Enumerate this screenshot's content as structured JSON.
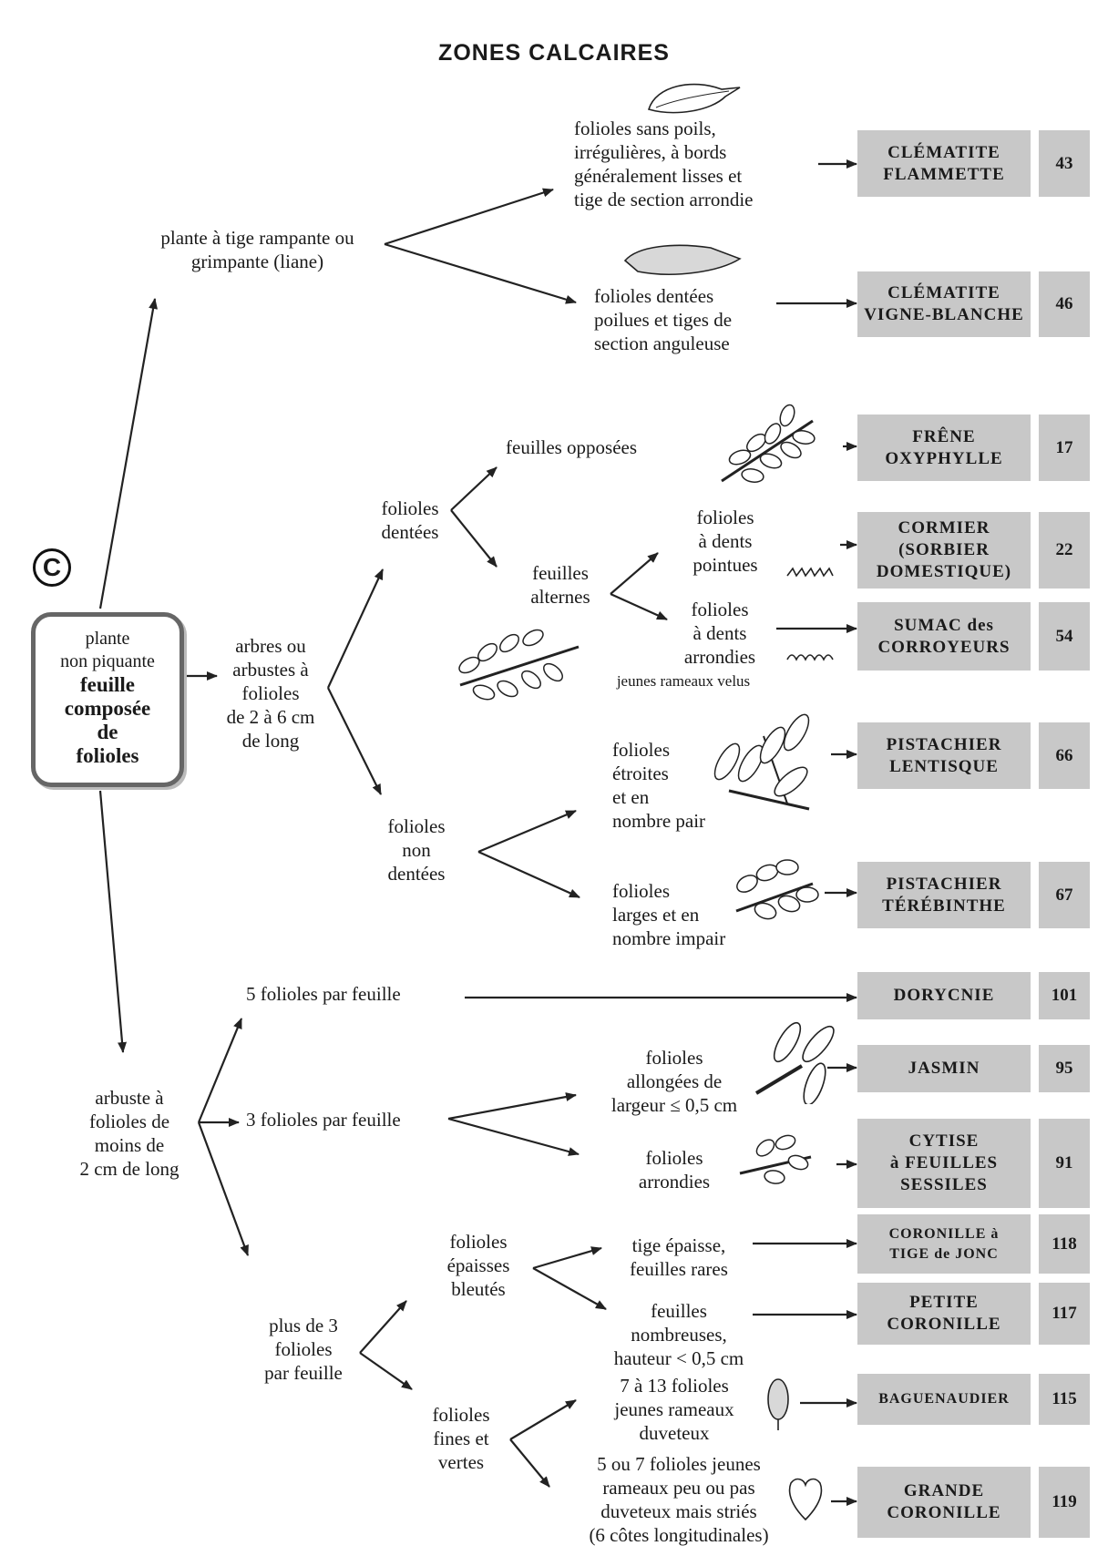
{
  "title": "ZONES   CALCAIRES",
  "key_letter": "C",
  "root": {
    "line1": "plante",
    "line2": "non piquante",
    "bold": "feuille\ncomposée\nde\nfolioles"
  },
  "branches": {
    "climbing": "plante à tige rampante ou\ngrimpante (liane)",
    "trees": "arbres ou\narbustes à\nfolioles\nde 2 à 6 cm\nde long",
    "shrub": "arbuste à\nfolioles de\nmoins de\n2 cm de long"
  },
  "criteria": {
    "c_hairless": "folioles sans poils,\nirrégulières, à bords\ngénéralement lisses et\ntige de section arrondie",
    "c_toothed_hairy": "folioles dentées\npoilues et tiges de\nsection anguleuse",
    "c_dentees": "folioles\ndentées",
    "c_opposees": "feuilles opposées",
    "c_alternes": "feuilles\nalternes",
    "c_pointues": "folioles\nà dents\npointues",
    "c_arrondies": "folioles\nà dents\narrondies",
    "c_velus": "jeunes rameaux velus",
    "c_non_dentees": "folioles\nnon\ndentées",
    "c_etroites": "folioles\nétroites\net en\nnombre pair",
    "c_larges": "folioles\nlarges et en\nnombre impair",
    "c_five": "5 folioles par feuille",
    "c_three": "3 folioles par feuille",
    "c_allongees": "folioles\nallongées de\nlargeur ≤ 0,5 cm",
    "c_rondes": "folioles\narrondies",
    "c_more3": "plus de 3\nfolioles\npar feuille",
    "c_epaisses": "folioles\népaisses\nbleutés",
    "c_tige": "tige épaisse,\nfeuilles rares",
    "c_nombreuses": "feuilles\nnombreuses,\nhauteur < 0,5 cm",
    "c_fines": "folioles\nfines et\nvertes",
    "c_7a13": "7 à 13 folioles\njeunes rameaux\nduveteux",
    "c_5ou7": "5 ou 7 folioles jeunes\nrameaux peu ou pas\nduveteux mais striés\n(6 côtes longitudinales)"
  },
  "species": [
    {
      "name": "CLÉMATITE\nFLAMMETTE",
      "page": "43"
    },
    {
      "name": "CLÉMATITE\nVIGNE-BLANCHE",
      "page": "46"
    },
    {
      "name": "FRÊNE\nOXYPHYLLE",
      "page": "17"
    },
    {
      "name": "CORMIER\n(SORBIER\nDOMESTIQUE)",
      "page": "22"
    },
    {
      "name": "SUMAC des\nCORROYEURS",
      "page": "54"
    },
    {
      "name": "PISTACHIER\nLENTISQUE",
      "page": "66"
    },
    {
      "name": "PISTACHIER\nTÉRÉBINTHE",
      "page": "67"
    },
    {
      "name": "DORYCNIE",
      "page": "101"
    },
    {
      "name": "JASMIN",
      "page": "95"
    },
    {
      "name": "CYTISE\nà FEUILLES\nSESSILES",
      "page": "91"
    },
    {
      "name": "CORONILLE à\nTIGE de JONC",
      "page": "118"
    },
    {
      "name": "PETITE\nCORONILLE",
      "page": "117"
    },
    {
      "name": "BAGUENAUDIER",
      "page": "115"
    },
    {
      "name": "GRANDE\nCORONILLE",
      "page": "119"
    }
  ]
}
